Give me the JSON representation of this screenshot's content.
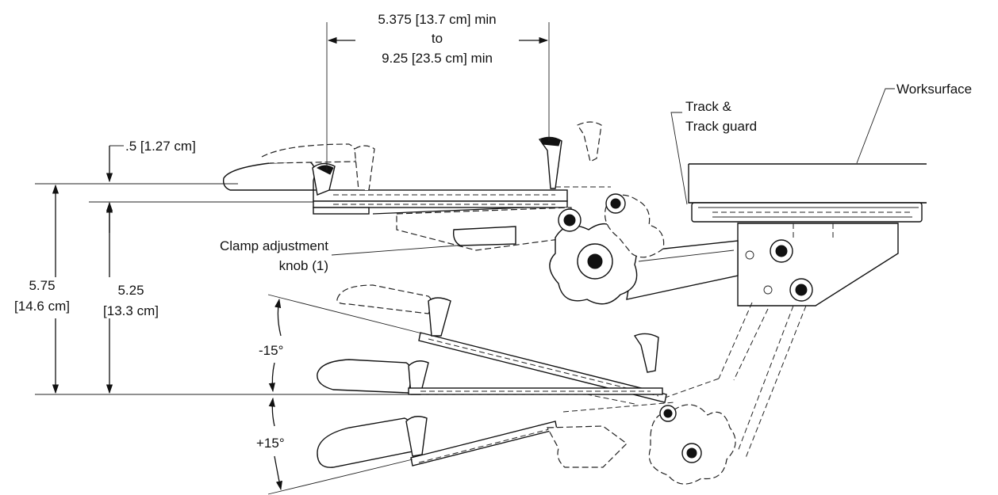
{
  "dimensions": {
    "width_range_line1": "5.375 [13.7 cm] min",
    "width_range_line2": "to",
    "width_range_line3": "9.25 [23.5 cm] min",
    "offset": ".5 [1.27 cm]",
    "height_outer_line1": "5.75",
    "height_outer_line2": "[14.6 cm]",
    "height_inner_line1": "5.25",
    "height_inner_line2": "[13.3 cm]",
    "tilt_up": "-15°",
    "tilt_down": "+15°"
  },
  "callouts": {
    "worksurface": "Worksurface",
    "track_line1": "Track &",
    "track_line2": "Track guard",
    "clamp_line1": "Clamp adjustment",
    "clamp_line2": "knob (1)"
  }
}
